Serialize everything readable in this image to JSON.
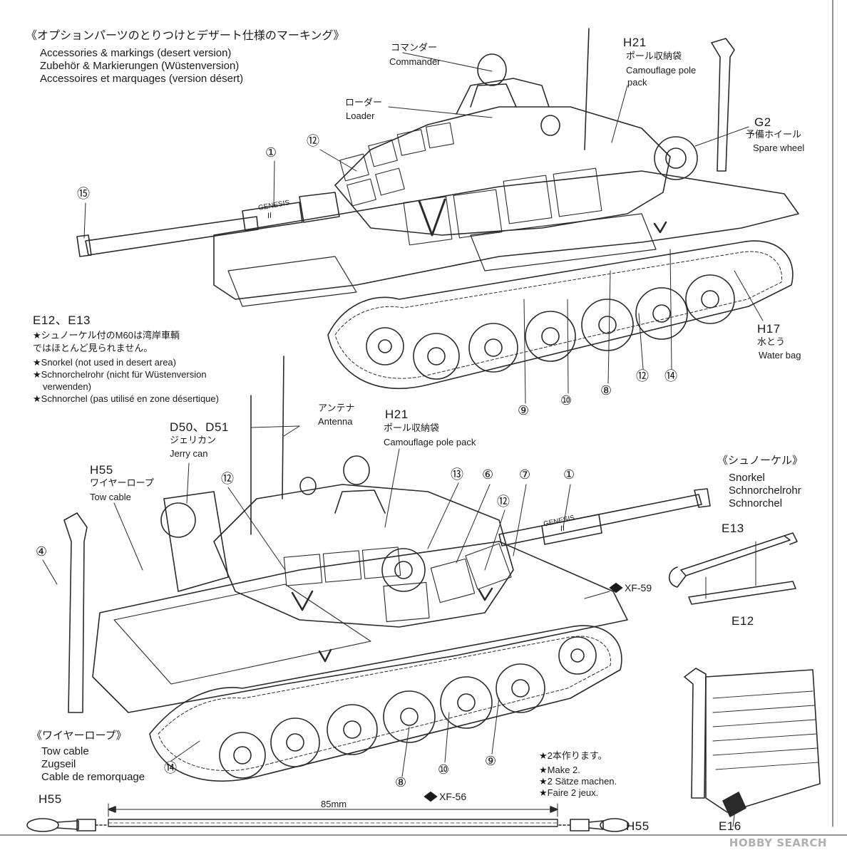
{
  "section": {
    "title_jp": "《オプションパーツのとりつけとデザート仕様のマーキング》",
    "title_en": "Accessories & markings (desert version)",
    "title_de": "Zubehör & Markierungen (Wüstenversion)",
    "title_fr": "Accessoires et marquages (version désert)"
  },
  "upper_tank": {
    "commander_jp": "コマンダー",
    "commander_en": "Commander",
    "loader_jp": "ローダー",
    "loader_en": "Loader",
    "h21_part": "H21",
    "h21_jp": "ポール収納袋",
    "h21_en_1": "Camouflage pole",
    "h21_en_2": "pack",
    "g2_part": "G2",
    "g2_jp": "予備ホイール",
    "g2_en": "Spare wheel",
    "h17_part": "H17",
    "h17_jp": "水とう",
    "h17_en": "Water bag",
    "markers": [
      "①",
      "⑫",
      "⑮",
      "⑨",
      "⑩",
      "⑧",
      "⑫",
      "⑭"
    ],
    "gun_text_1": "GENESIS",
    "gun_text_2": "II"
  },
  "snorkel_note": {
    "parts": "E12、E13",
    "jp_1": "★シュノーケル付のM60は湾岸車輌",
    "jp_2": "ではほとんど見られません。",
    "en": "★Snorkel (not used in desert area)",
    "de_1": "★Schnorchelrohr (nicht für Wüstenversion",
    "de_2": "verwenden)",
    "fr": "★Schnorchel (pas utilisé en zone désertique)"
  },
  "lower_tank": {
    "antenna_jp": "アンテナ",
    "antenna_en": "Antenna",
    "h21_part": "H21",
    "h21_jp": "ポール収納袋",
    "h21_en": "Camouflage pole pack",
    "d50_part": "D50、D51",
    "d50_jp": "ジェリカン",
    "d50_en": "Jerry can",
    "h55_part": "H55",
    "h55_jp": "ワイヤーロープ",
    "h55_en": "Tow cable",
    "markers": [
      "⑫",
      "⑬",
      "⑥",
      "⑦",
      "①",
      "⑫",
      "④",
      "⑭",
      "⑧",
      "⑩",
      "⑨"
    ],
    "paint_1": "XF-59",
    "gun_text_1": "GENESIS",
    "gun_text_2": "II"
  },
  "snorkel_detail": {
    "title_jp": "《シュノーケル》",
    "title_en": "Snorkel",
    "title_de": "Schnorchelrohr",
    "title_fr": "Schnorchel",
    "e13": "E13",
    "e12": "E12",
    "e16": "E16"
  },
  "tow_cable": {
    "title_jp": "《ワイヤーロープ》",
    "title_en": "Tow cable",
    "title_de": "Zugseil",
    "title_fr": "Cable de remorquage",
    "make_jp": "★2本作ります。",
    "make_en": "★Make 2.",
    "make_de": "★2 Sätze machen.",
    "make_fr": "★Faire 2 jeux.",
    "length": "85mm",
    "paint": "XF-56",
    "left_part": "H55",
    "right_part": "H55"
  },
  "watermark": "HOBBY SEARCH",
  "colors": {
    "ink": "#1a1a1a",
    "line": "#2a2a2a",
    "watermark": "#b0b0b0"
  }
}
